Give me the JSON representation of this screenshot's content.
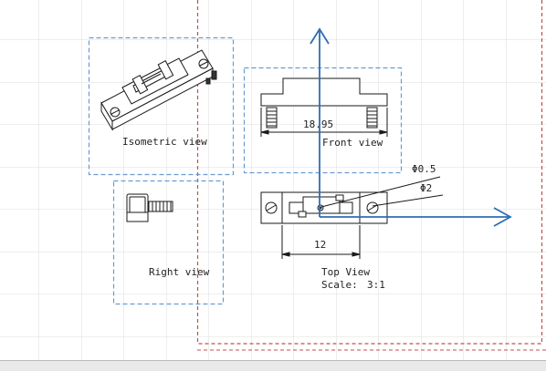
{
  "views": {
    "isometric": {
      "caption": "Isometric view"
    },
    "front": {
      "caption": "Front view",
      "dimension": "18.95"
    },
    "right": {
      "caption": "Right view"
    },
    "top": {
      "caption": "Top View",
      "scale_label": "Scale:",
      "scale_value": "3:1",
      "dimension": "12",
      "hole_small": "Φ0.5",
      "hole_large": "Φ2"
    }
  },
  "colors": {
    "grid": "#dcdcdc",
    "sheet_border": "#c0504d",
    "view_frame": "#6a9bd1",
    "axis": "#2e6db4",
    "drawing": "#1a1a1a"
  }
}
